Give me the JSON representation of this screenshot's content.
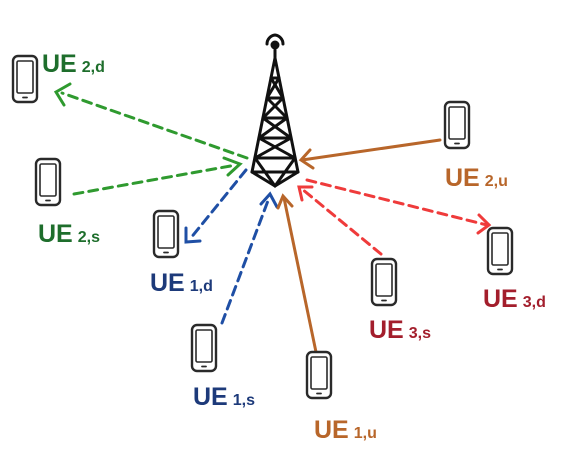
{
  "colors": {
    "green": "#2f9a2f",
    "green_text": "#1e6e2c",
    "blue": "#1f4fa5",
    "blue_text": "#1d3a7a",
    "orange": "#b8662a",
    "orange_text": "#b8662a",
    "red": "#ef3b3b",
    "red_text": "#a31e2c",
    "tower": "#111111",
    "phone_stroke": "#2a2a2a",
    "phone_fill": "#ffffff"
  },
  "icons": {
    "tower": "cell-tower-icon",
    "device": "smartphone-icon"
  },
  "nodes": {
    "ue_2d": {
      "prefix": "UE",
      "sub": "2,d"
    },
    "ue_2s": {
      "prefix": "UE",
      "sub": "2,s"
    },
    "ue_1d": {
      "prefix": "UE",
      "sub": "1,d"
    },
    "ue_1s": {
      "prefix": "UE",
      "sub": "1,s"
    },
    "ue_1u": {
      "prefix": "UE",
      "sub": "1,u"
    },
    "ue_3s": {
      "prefix": "UE",
      "sub": "3,s"
    },
    "ue_3d": {
      "prefix": "UE",
      "sub": "3,d"
    },
    "ue_2u": {
      "prefix": "UE",
      "sub": "2,u"
    }
  }
}
